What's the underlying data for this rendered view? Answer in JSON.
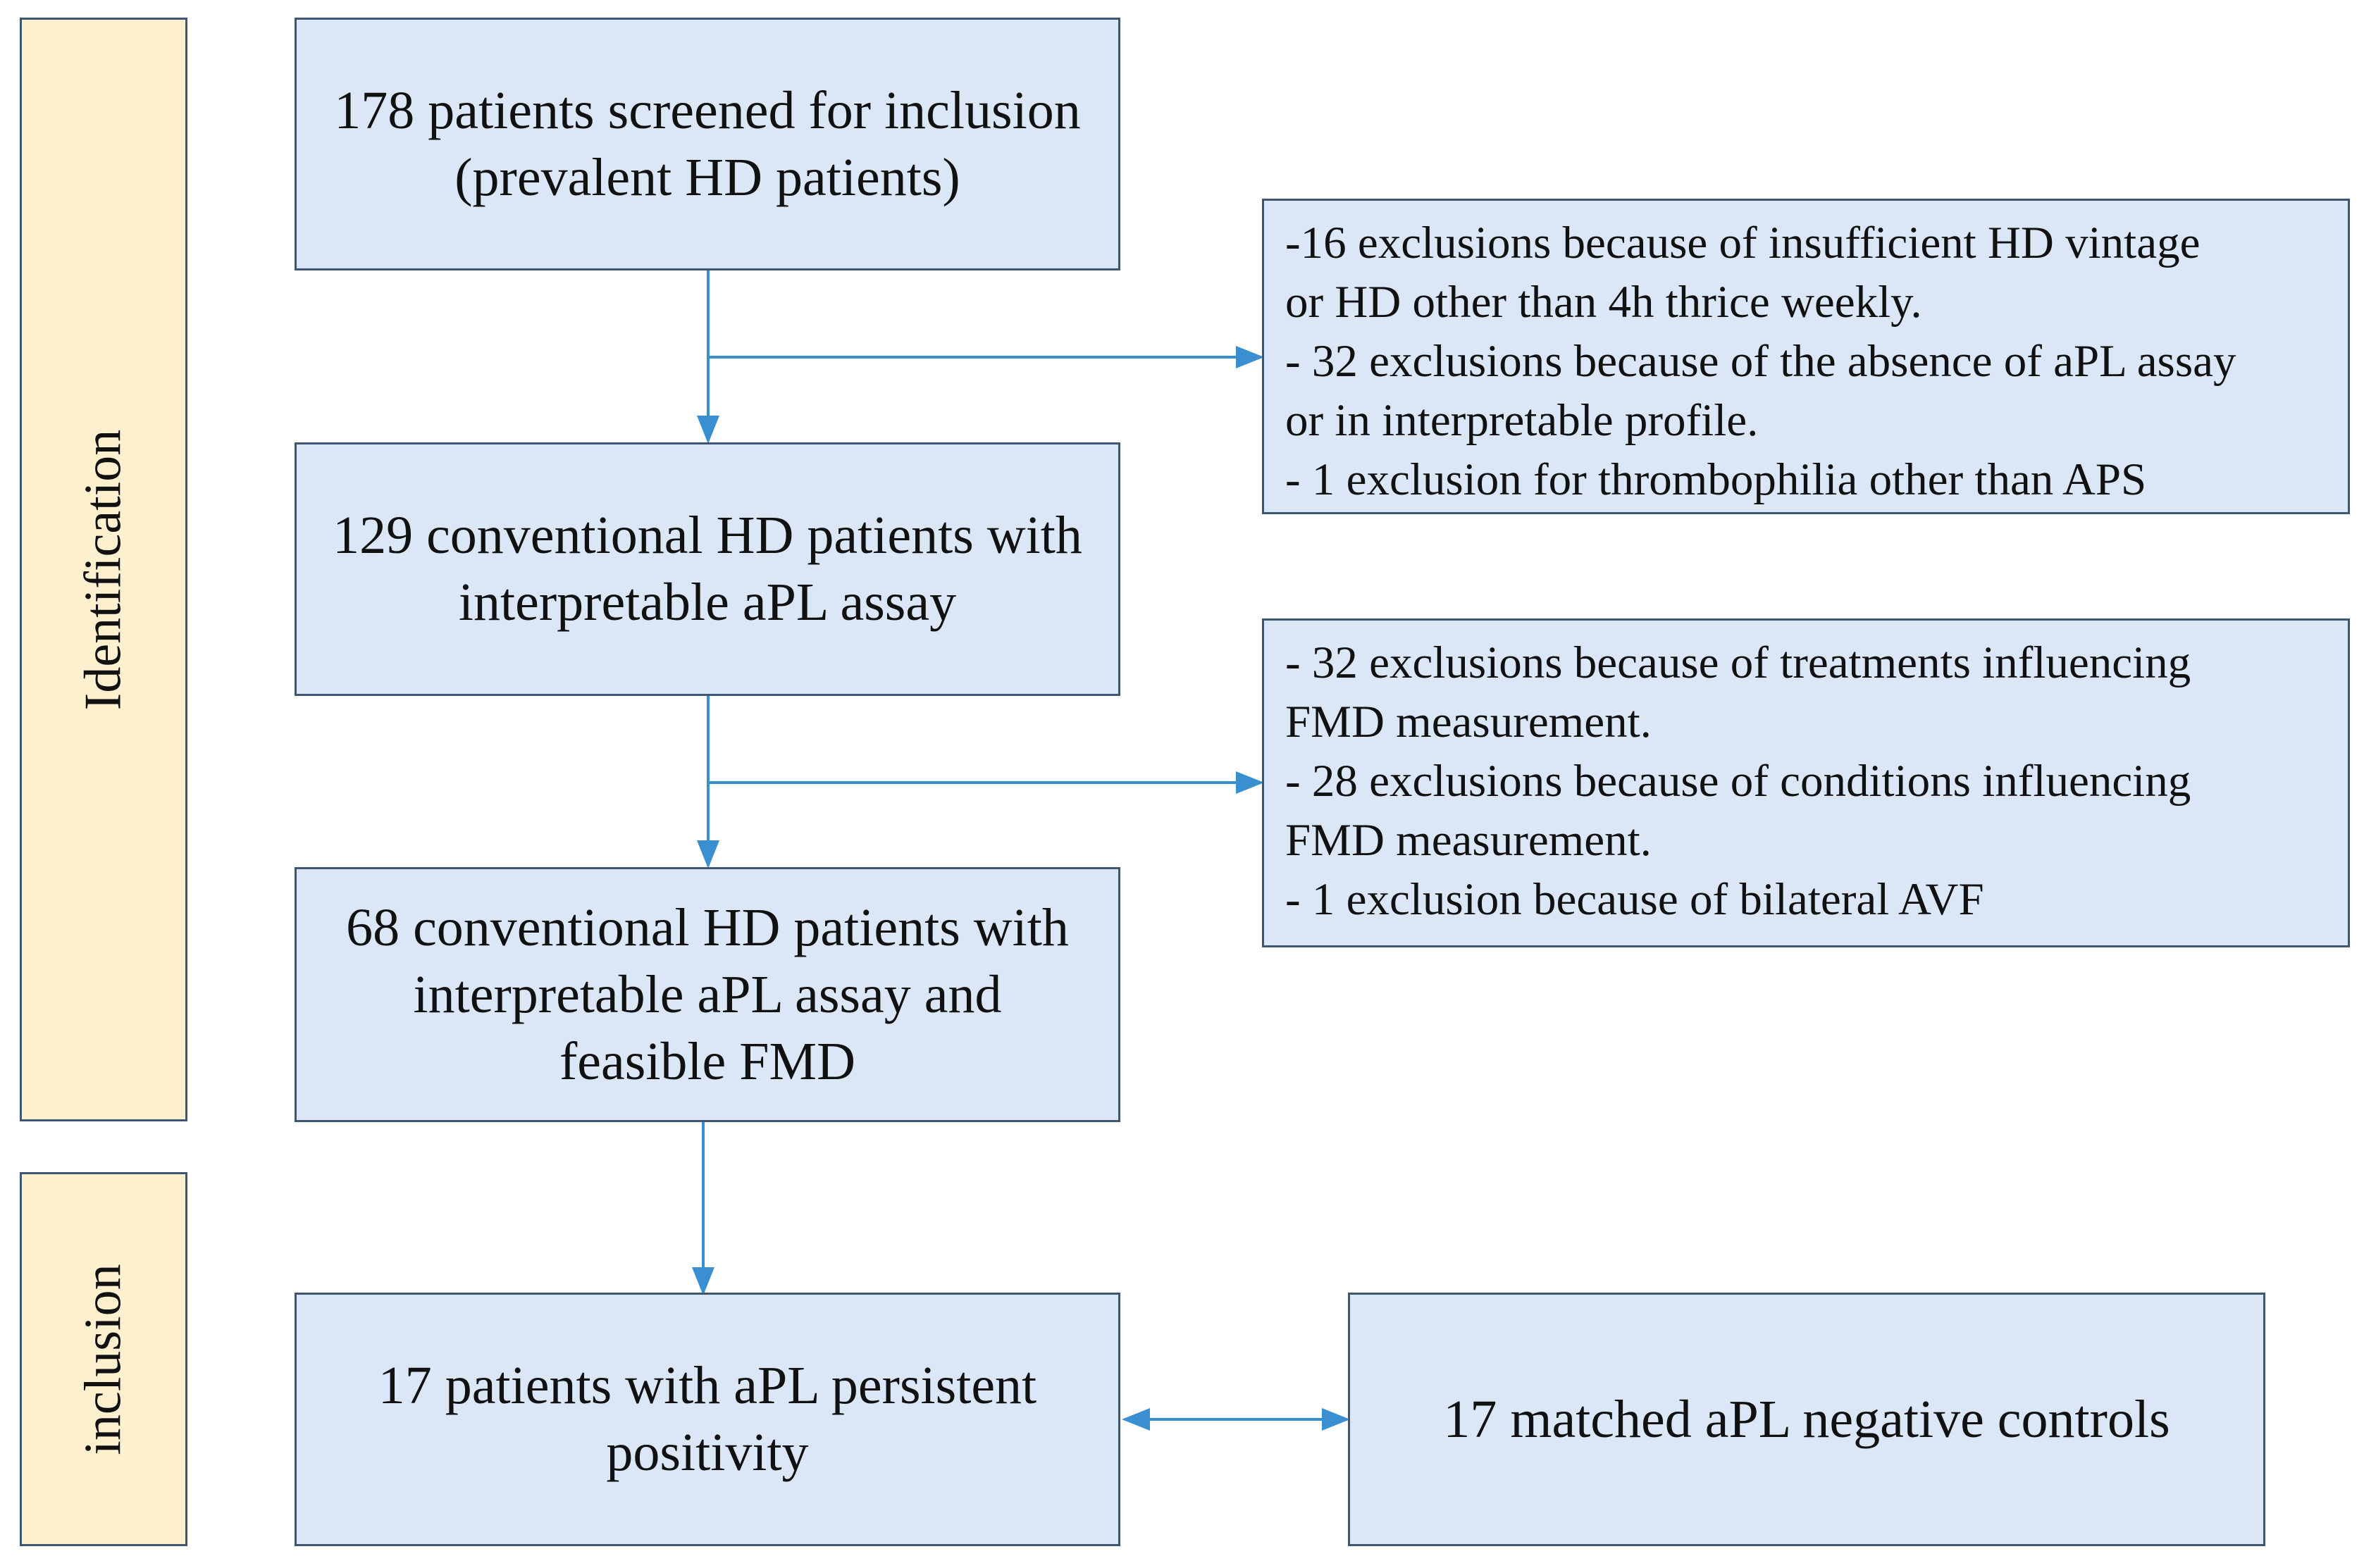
{
  "stages": {
    "identification": "Identification",
    "inclusion": "inclusion"
  },
  "boxes": {
    "screened": [
      "178 patients screened for inclusion",
      "(prevalent HD patients)"
    ],
    "conventional": [
      "129 conventional HD patients with",
      "interpretable aPL assay"
    ],
    "feasible": [
      "68 conventional HD patients with",
      "interpretable aPL assay and",
      "feasible FMD"
    ],
    "positive": [
      "17 patients with aPL persistent",
      "positivity"
    ],
    "controls": [
      "17 matched aPL negative controls"
    ]
  },
  "exclusions": {
    "first": [
      "-16 exclusions because of insufficient HD vintage",
      "or HD other than 4h thrice weekly.",
      "- 32 exclusions because of the absence of aPL assay",
      "or in interpretable profile.",
      "- 1 exclusion for thrombophilia other than APS"
    ],
    "second": [
      "- 32 exclusions because of treatments influencing",
      "FMD measurement.",
      "- 28 exclusions because of conditions influencing",
      "FMD measurement.",
      "- 1 exclusion because of  bilateral AVF"
    ]
  },
  "colors": {
    "box_fill": "#dbe6f6",
    "stage_fill": "#fdf0cf",
    "border": "#3f5670",
    "arrow": "#3a8fd0"
  }
}
